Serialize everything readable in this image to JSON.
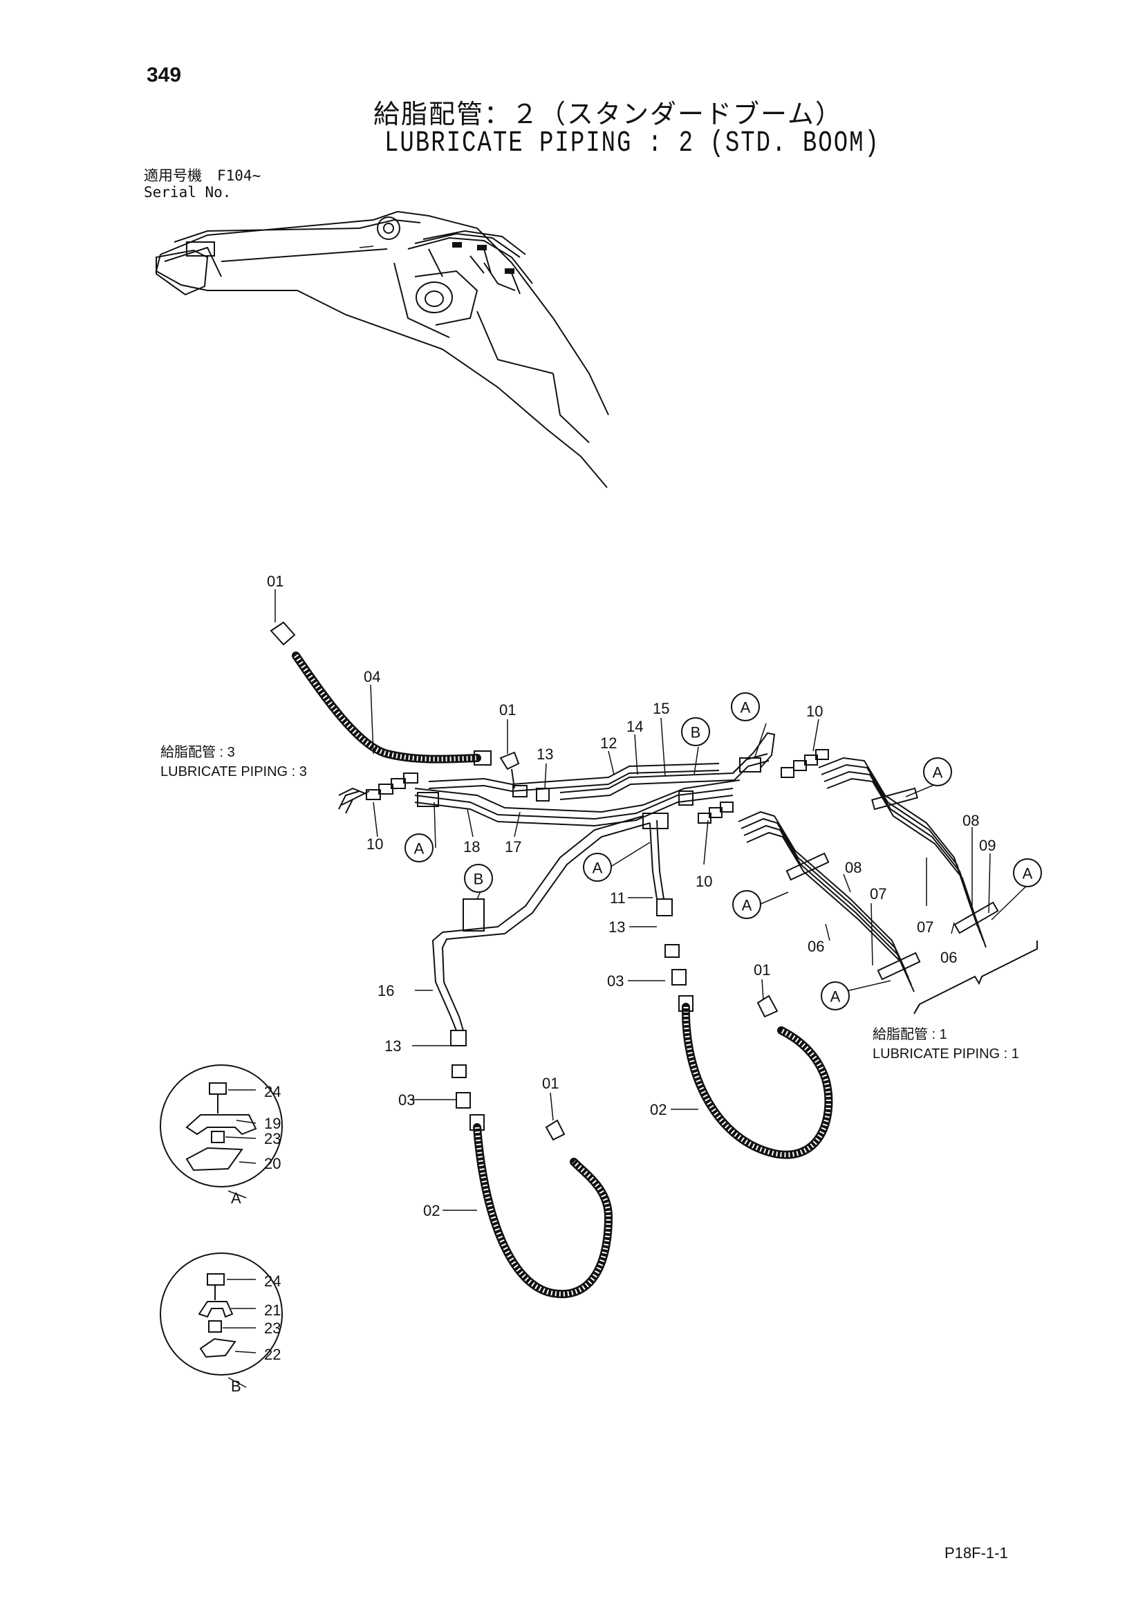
{
  "header": {
    "page_number": "349",
    "title_jp": "給脂配管：２（スタンダードブーム）",
    "title_en": "LUBRICATE PIPING : 2 (STD. BOOM)",
    "serial_label_jp": "適用号機",
    "serial_value": "F104~",
    "serial_label_en": "Serial No."
  },
  "refs": {
    "piping3_jp": "給脂配管 : 3",
    "piping3_en": "LUBRICATE PIPING : 3",
    "piping1_jp": "給脂配管 : 1",
    "piping1_en": "LUBRICATE PIPING : 1"
  },
  "detail_callouts": {
    "a": "A",
    "b": "B"
  },
  "part_labels": {
    "p01_top": "01",
    "p04": "04",
    "p01_mid": "01",
    "p13_mid": "13",
    "p12": "12",
    "p14": "14",
    "p15": "15",
    "p10_top": "10",
    "p10_left": "10",
    "p18": "18",
    "p17": "17",
    "p11": "11",
    "p10_mid": "10",
    "p13_right": "13",
    "p03_right": "03",
    "p16": "16",
    "p13_left": "13",
    "p03_left": "03",
    "p01_lower": "01",
    "p02_left": "02",
    "p01_right": "01",
    "p02_right": "02",
    "p08_a": "08",
    "p07_a": "07",
    "p06_a": "06",
    "p08_b": "08",
    "p09": "09",
    "p07_b": "07",
    "p06_b": "06",
    "p24_a": "24",
    "p19": "19",
    "p23_a": "23",
    "p20": "20",
    "p24_b": "24",
    "p21": "21",
    "p23_b": "23",
    "p22": "22"
  },
  "footer": {
    "drawing_code": "P18F-1-1"
  }
}
